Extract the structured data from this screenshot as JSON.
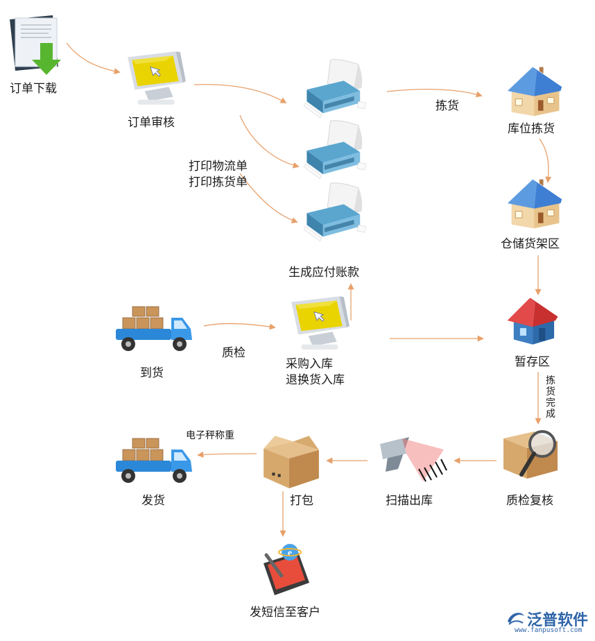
{
  "nodes": {
    "order_download": "订单下载",
    "order_review": "订单审核",
    "print_labels_1": "打印物流单",
    "print_labels_2": "打印拣货单",
    "generate_payable": "生成应付账款",
    "arrival": "到货",
    "quality_check": "质检",
    "purchase_in_1": "采购入库",
    "purchase_in_2": "退换货入库",
    "bin_picking": "库位拣货",
    "shelf_area": "仓储货架区",
    "staging_area": "暂存区",
    "qc_recheck": "质检复核",
    "scan_out": "扫描出库",
    "packing": "打包",
    "ship": "发货",
    "sms": "发短信至客户"
  },
  "edges": {
    "picking": "拣货",
    "picking_done": "拣货完成",
    "weighing": "电子秤称重"
  },
  "watermark": {
    "name": "泛普软件",
    "url": "www.fanpusoft.com"
  },
  "colors": {
    "arrow": "#e8a06a",
    "monitor_screen": "#e9d300",
    "house_roof": "#3f7fd3",
    "house_roof_red": "#d83a3a",
    "truck": "#2b88d8",
    "box": "#c9955b",
    "brand": "#2e64a8"
  },
  "icons": {
    "document": "document-download-icon",
    "monitor": "monitor-icon",
    "printer": "printer-icon",
    "house": "house-icon",
    "truck": "truck-icon",
    "box": "box-icon",
    "scanner": "barcode-scanner-icon",
    "magnifier_box": "magnifier-box-icon",
    "phone": "phone-ie-icon"
  }
}
